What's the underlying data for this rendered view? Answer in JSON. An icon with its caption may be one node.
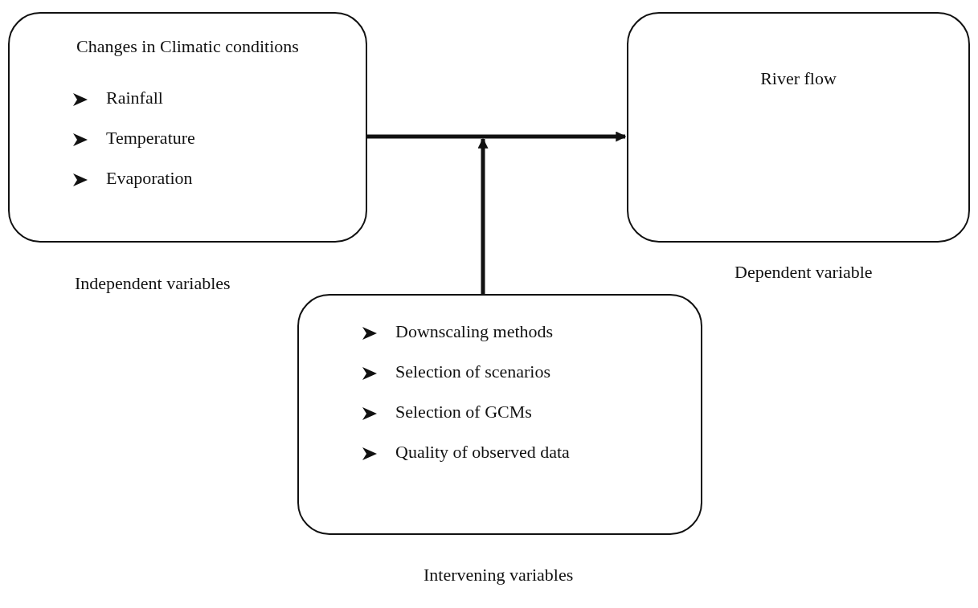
{
  "diagram": {
    "nodes": [
      {
        "text": [
          "Changes in Climatic conditions",
          "Rainfall",
          "Temperature",
          "Evaporation"
        ],
        "beside": [
          "Independent variables"
        ]
      },
      {
        "text": [
          "River flow"
        ],
        "beside": [
          "Dependent variable"
        ]
      },
      {
        "text": [
          "Downscaling methods",
          "Selection of scenarios",
          "Selection of GCMs",
          "Quality of observed data"
        ],
        "beside": [
          "Intervening variables"
        ]
      }
    ],
    "edges": [
      {
        "from": 0,
        "to": 1,
        "arrow": "to"
      },
      {
        "from": 2,
        "to": null,
        "arrow": "to"
      }
    ]
  }
}
